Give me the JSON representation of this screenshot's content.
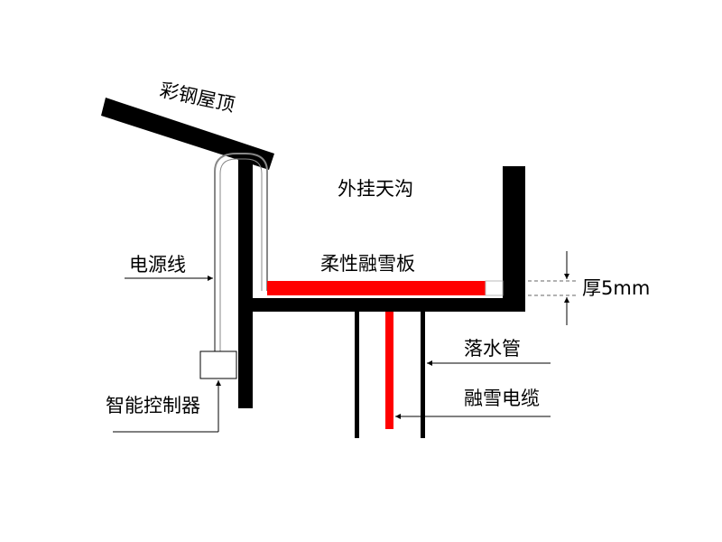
{
  "labels": {
    "roof": "彩钢屋顶",
    "gutter": "外挂天沟",
    "power_line": "电源线",
    "heating_plate": "柔性融雪板",
    "thickness": "厚5mm",
    "drain_pipe": "落水管",
    "heating_cable": "融雪电缆",
    "controller": "智能控制器"
  },
  "colors": {
    "structure": "#000000",
    "heating": "#ff0000",
    "background": "#ffffff"
  }
}
